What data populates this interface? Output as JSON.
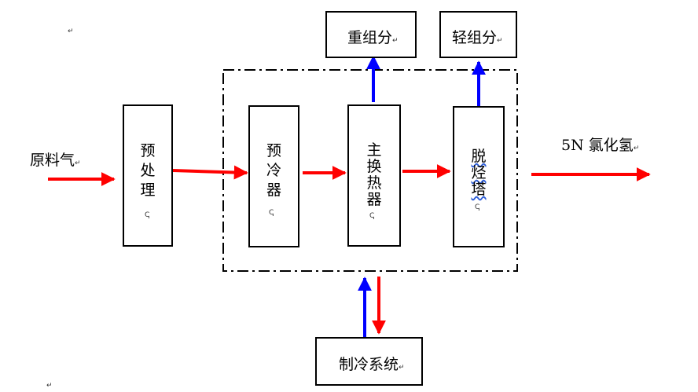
{
  "nodes": {
    "feed_gas": "原料气",
    "pretreatment": [
      "预",
      "处",
      "理"
    ],
    "precooler": [
      "预",
      "冷",
      "器"
    ],
    "main_heat_exchanger": [
      "主",
      "换",
      "热",
      "器"
    ],
    "dehydrocarbon_column": [
      "脱",
      "烃",
      "塔"
    ],
    "heavy_component": "重组分",
    "light_component": "轻组分",
    "product": "5N 氯化氢",
    "refrigeration_system": "制冷系统"
  },
  "paragraph_mark": "↵",
  "line_break_mark": "ↅ",
  "colors": {
    "process_flow": "#ff0000",
    "return_flow": "#0000ff",
    "outline": "#000000"
  }
}
